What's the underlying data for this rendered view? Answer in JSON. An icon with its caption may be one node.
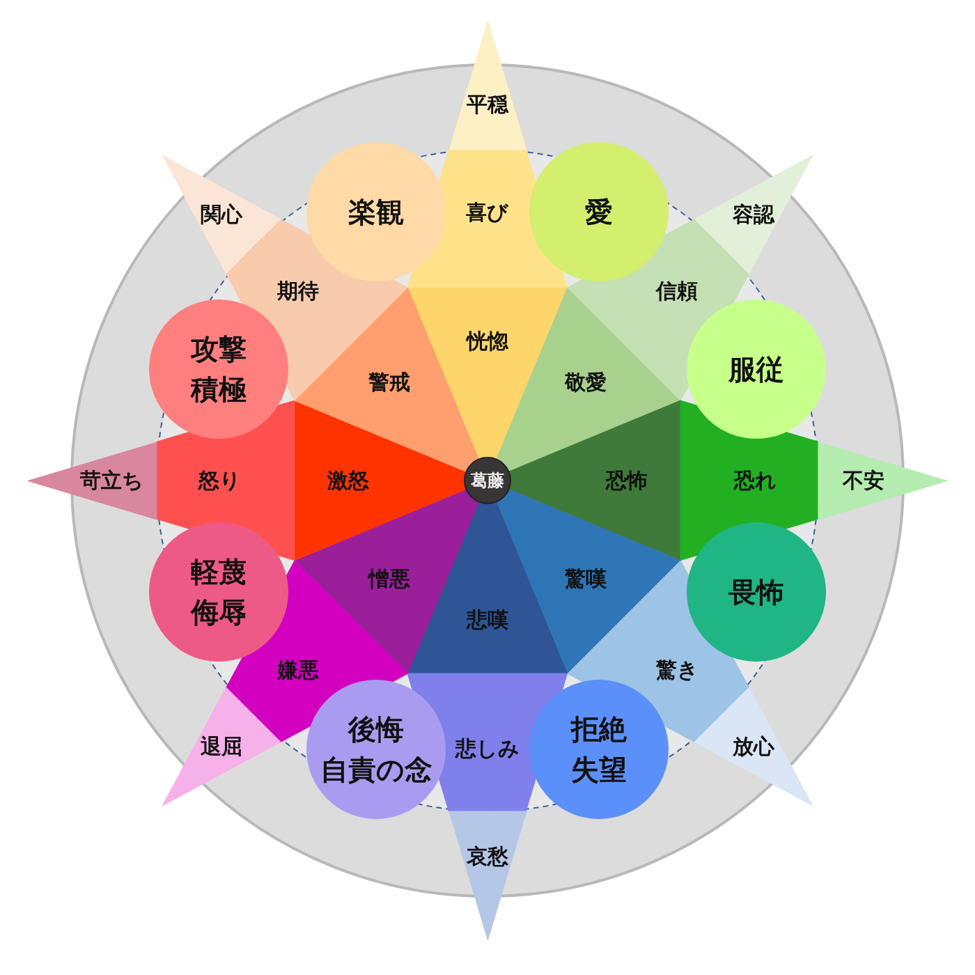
{
  "diagram": {
    "nodes": [
      {
        "text": [
          "葛藤"
        ]
      },
      {
        "text": [
          "恍惚"
        ]
      },
      {
        "text": [
          "敬愛"
        ]
      },
      {
        "text": [
          "恐怖"
        ]
      },
      {
        "text": [
          "驚嘆"
        ]
      },
      {
        "text": [
          "悲嘆"
        ]
      },
      {
        "text": [
          "憎悪"
        ]
      },
      {
        "text": [
          "激怒"
        ]
      },
      {
        "text": [
          "警戒"
        ]
      },
      {
        "text": [
          "喜び"
        ]
      },
      {
        "text": [
          "信頼"
        ]
      },
      {
        "text": [
          "恐れ"
        ]
      },
      {
        "text": [
          "驚き"
        ]
      },
      {
        "text": [
          "悲しみ"
        ]
      },
      {
        "text": [
          "嫌悪"
        ]
      },
      {
        "text": [
          "怒り"
        ]
      },
      {
        "text": [
          "期待"
        ]
      },
      {
        "text": [
          "平穏"
        ]
      },
      {
        "text": [
          "容認"
        ]
      },
      {
        "text": [
          "不安"
        ]
      },
      {
        "text": [
          "放心"
        ]
      },
      {
        "text": [
          "哀愁"
        ]
      },
      {
        "text": [
          "退屈"
        ]
      },
      {
        "text": [
          "苛立ち"
        ]
      },
      {
        "text": [
          "関心"
        ]
      },
      {
        "text": [
          "愛"
        ]
      },
      {
        "text": [
          "服従"
        ]
      },
      {
        "text": [
          "畏怖"
        ]
      },
      {
        "text": [
          "拒絶",
          "失望"
        ]
      },
      {
        "text": [
          "後悔",
          "自責の念"
        ]
      },
      {
        "text": [
          "軽蔑",
          "侮辱"
        ]
      },
      {
        "text": [
          "攻撃",
          "積極"
        ]
      },
      {
        "text": [
          "楽観"
        ]
      }
    ]
  }
}
